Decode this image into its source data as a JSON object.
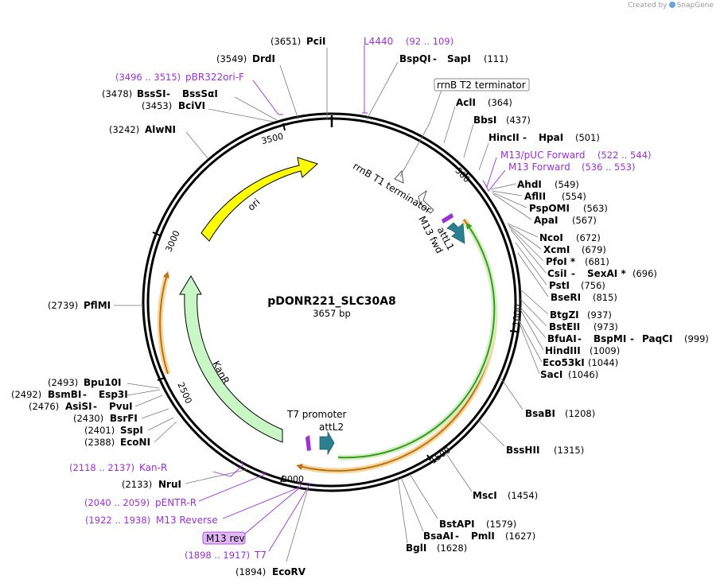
{
  "credit": {
    "prefix": "Created by",
    "brand": "SnapGene"
  },
  "plasmid": {
    "name": "pDONR221_SLC30A8",
    "size": "3657 bp"
  },
  "ticks": [
    "500",
    "1000",
    "1500",
    "2000",
    "2500",
    "3000",
    "3500"
  ],
  "enzymes_right": [
    {
      "name": "BspQI",
      "sep": " - ",
      "name2": "SapI",
      "pos": "(111)"
    },
    {
      "name": "AclI",
      "pos": "(364)"
    },
    {
      "name": "BbsI",
      "pos": "(437)"
    },
    {
      "name": "HincII",
      "sep": " - ",
      "name2": "HpaI",
      "pos": "(501)"
    },
    {
      "name": "AhdI",
      "pos": "(549)"
    },
    {
      "name": "AflII",
      "pos": "(554)"
    },
    {
      "name": "PspOMI",
      "pos": "(563)"
    },
    {
      "name": "ApaI",
      "pos": "(567)"
    },
    {
      "name": "NcoI",
      "pos": "(672)"
    },
    {
      "name": "XcmI",
      "pos": "(679)"
    },
    {
      "name": "PfoI *",
      "pos": "(681)"
    },
    {
      "name": "CsiI",
      "sep": " - ",
      "name2": "SexAI *",
      "pos": "(696)"
    },
    {
      "name": "PstI",
      "pos": "(756)"
    },
    {
      "name": "BseRI",
      "pos": "(815)"
    },
    {
      "name": "BtgZI",
      "pos": "(937)"
    },
    {
      "name": "BstEII",
      "pos": "(973)"
    },
    {
      "name": "BfuAI",
      "sep": " - ",
      "name2": "BspMI",
      "sep2": " - ",
      "name3": "PaqCI",
      "pos": "(999)"
    },
    {
      "name": "HindIII",
      "pos": "(1009)"
    },
    {
      "name": "Eco53kI",
      "pos": "(1044)"
    },
    {
      "name": "SacI",
      "pos": "(1046)"
    },
    {
      "name": "BsaBI",
      "pos": "(1208)"
    },
    {
      "name": "BssHII",
      "pos": "(1315)"
    },
    {
      "name": "MscI",
      "pos": "(1454)"
    },
    {
      "name": "BstAPI",
      "pos": "(1579)"
    },
    {
      "name": "BsaAI",
      "sep": " - ",
      "name2": "PmlI",
      "pos": "(1627)"
    },
    {
      "name": "BglI",
      "pos": "(1628)"
    },
    {
      "name": "EcoRV",
      "pos": "(1894)"
    }
  ],
  "enzymes_left": [
    {
      "name": "PciI",
      "pos": "(3651)"
    },
    {
      "name": "DrdI",
      "pos": "(3549)"
    },
    {
      "name": "BssSI",
      "sep": " - ",
      "name2": "BssSαI",
      "pos": "(3478)"
    },
    {
      "name": "BciVI",
      "pos": "(3453)"
    },
    {
      "name": "AlwNI",
      "pos": "(3242)"
    },
    {
      "name": "PflMI",
      "pos": "(2739)"
    },
    {
      "name": "Bpu10I",
      "pos": "(2493)"
    },
    {
      "name": "BsmBI",
      "sep": " - ",
      "name2": "Esp3I",
      "pos": "(2492)"
    },
    {
      "name": "AsiSI",
      "sep": " - ",
      "name2": "PvuI",
      "pos": "(2476)"
    },
    {
      "name": "BsrFI",
      "pos": "(2430)"
    },
    {
      "name": "SspI",
      "pos": "(2401)"
    },
    {
      "name": "EcoNI",
      "pos": "(2388)"
    },
    {
      "name": "NruI",
      "pos": "(2133)"
    }
  ],
  "primers": [
    {
      "name": "L4440",
      "range": "(92 .. 109)"
    },
    {
      "name": "pBR322ori-F",
      "range": "(3496 .. 3515)"
    },
    {
      "name": "M13/pUC Forward",
      "range": "(522 .. 544)"
    },
    {
      "name": "M13 Forward",
      "range": "(536 .. 553)"
    },
    {
      "name": "Kan-R",
      "range": "(2118 .. 2137)"
    },
    {
      "name": "pENTR-R",
      "range": "(2040 .. 2059)"
    },
    {
      "name": "M13 Reverse",
      "range": "(1922 .. 1938)"
    },
    {
      "name": "T7",
      "range": "(1898 .. 1917)"
    }
  ],
  "features": {
    "rrnb_t2": "rrnB T2 terminator",
    "rrnb_t1": "rrnB T1 terminator",
    "m13_fwd": "M13 fwd",
    "attl1": "attL1",
    "ori": "ori",
    "kanr": "KanR",
    "t7_promoter": "T7 promoter",
    "attl2": "attL2",
    "m13_rev": "M13 rev"
  },
  "colors": {
    "ori": "#ffff00",
    "kanr": "#c8f7c5",
    "attl": "#2b7f8e",
    "orf_green": "#3a9a1e",
    "orf_orange": "#b8741a",
    "orf_glow": "#f7d79a",
    "primer": "#9b30d9",
    "m13_rev_box": "#e3b8f7"
  }
}
